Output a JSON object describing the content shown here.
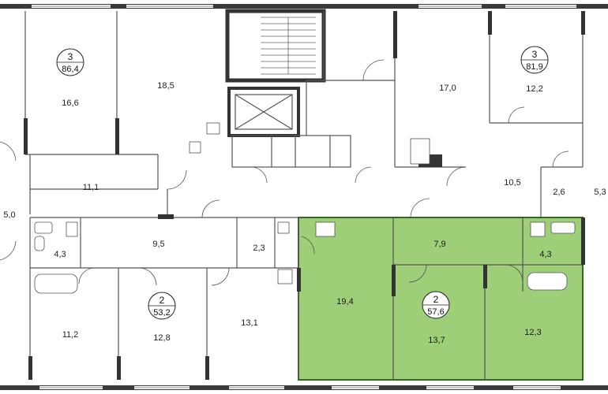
{
  "colors": {
    "highlight": "#9ecf78",
    "highlight_stroke": "#2f6a1f",
    "wall": "#3a3a3a"
  },
  "apartments": [
    {
      "rooms": "3",
      "area": "86,4"
    },
    {
      "rooms": "3",
      "area": "81,9"
    },
    {
      "rooms": "2",
      "area": "53,2"
    },
    {
      "rooms": "2",
      "area": "57,6",
      "highlighted": true
    }
  ],
  "rooms": {
    "r1": "16,6",
    "r2": "18,5",
    "r3": "17,0",
    "r4": "12,2",
    "r5": "11,1",
    "r6": "10,5",
    "r7": "2,6",
    "r8": "5,3",
    "r9": "5,0",
    "r10": "9,5",
    "r11": "4,3",
    "r12": "2,3",
    "r13": "7,9",
    "r14": "4,3",
    "r15": "19,4",
    "r16": "13,7",
    "r17": "12,3",
    "r18": "11,2",
    "r19": "12,8",
    "r20": "13,1"
  }
}
